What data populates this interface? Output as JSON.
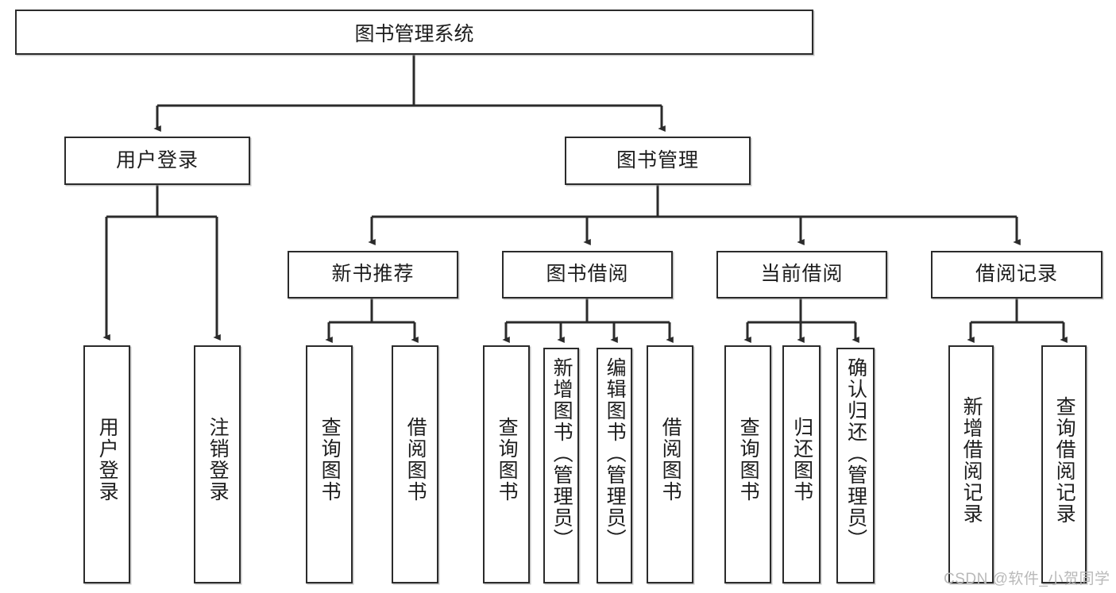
{
  "diagram": {
    "title": "图书管理系统",
    "type": "tree",
    "root": {
      "label": "图书管理系统"
    },
    "level2": [
      {
        "id": "user-login",
        "label": "用户登录"
      },
      {
        "id": "book-management",
        "label": "图书管理"
      }
    ],
    "level3": [
      {
        "id": "new-book-recommend",
        "label": "新书推荐",
        "parent": "book-management"
      },
      {
        "id": "book-borrow",
        "label": "图书借阅",
        "parent": "book-management"
      },
      {
        "id": "current-borrow",
        "label": "当前借阅",
        "parent": "book-management"
      },
      {
        "id": "borrow-record",
        "label": "借阅记录",
        "parent": "book-management"
      }
    ],
    "leaves": [
      {
        "id": "leaf-user-login",
        "label": "用户登录",
        "parent": "user-login"
      },
      {
        "id": "leaf-logout-login",
        "label": "注销登录",
        "parent": "user-login"
      },
      {
        "id": "leaf-query-book-1",
        "label": "查询图书",
        "parent": "new-book-recommend"
      },
      {
        "id": "leaf-borrow-book-1",
        "label": "借阅图书",
        "parent": "new-book-recommend"
      },
      {
        "id": "leaf-query-book-2",
        "label": "查询图书",
        "parent": "book-borrow"
      },
      {
        "id": "leaf-add-book",
        "label": "新增图书（管理员）",
        "parent": "book-borrow"
      },
      {
        "id": "leaf-edit-book",
        "label": "编辑图书（管理员）",
        "parent": "book-borrow"
      },
      {
        "id": "leaf-borrow-book-2",
        "label": "借阅图书",
        "parent": "book-borrow"
      },
      {
        "id": "leaf-query-book-3",
        "label": "查询图书",
        "parent": "current-borrow"
      },
      {
        "id": "leaf-return-book",
        "label": "归还图书",
        "parent": "current-borrow"
      },
      {
        "id": "leaf-confirm-return",
        "label": "确认归还（管理员）",
        "parent": "current-borrow"
      },
      {
        "id": "leaf-add-record",
        "label": "新增借阅记录",
        "parent": "borrow-record"
      },
      {
        "id": "leaf-query-record",
        "label": "查询借阅记录",
        "parent": "borrow-record"
      }
    ],
    "colors": {
      "stroke": "#2b2b2b",
      "fill": "#ffffff",
      "text": "#1d1d1d",
      "watermark": "#b9b9b9"
    }
  },
  "watermark": {
    "text": "CSDN @软件_小贺同学"
  }
}
